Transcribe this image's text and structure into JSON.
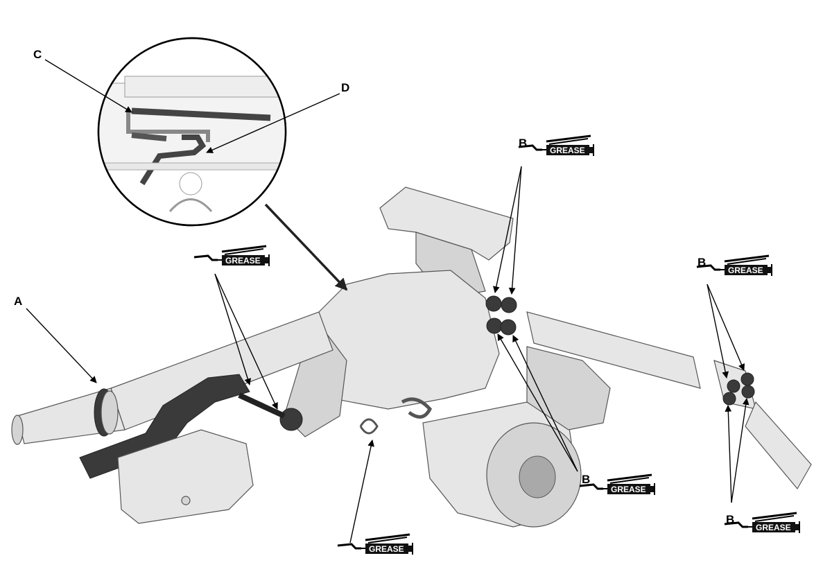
{
  "labels": {
    "a": "A",
    "b": "B",
    "c": "C",
    "d": "D"
  },
  "grease_text": "GREASE",
  "icons": [
    "grease-gun-icon"
  ]
}
